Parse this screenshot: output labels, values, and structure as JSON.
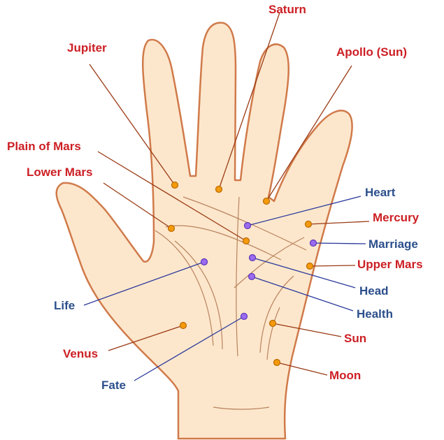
{
  "colors": {
    "skin": "#fde7cc",
    "outline": "#d07a4a",
    "mount_label": "#cc1f24",
    "line_label": "#2c4f8c",
    "mount_dot": "#f59a0c",
    "line_dot": "#9b6cf0"
  },
  "mounts": {
    "saturn": "Saturn",
    "jupiter": "Jupiter",
    "apollo": "Apollo (Sun)",
    "plain_of_mars": "Plain of Mars",
    "lower_mars": "Lower Mars",
    "mercury": "Mercury",
    "upper_mars": "Upper Mars",
    "venus": "Venus",
    "sun": "Sun",
    "moon": "Moon"
  },
  "lines": {
    "heart": "Heart",
    "marriage": "Marriage",
    "head": "Head",
    "health": "Health",
    "life": "Life",
    "fate": "Fate"
  }
}
